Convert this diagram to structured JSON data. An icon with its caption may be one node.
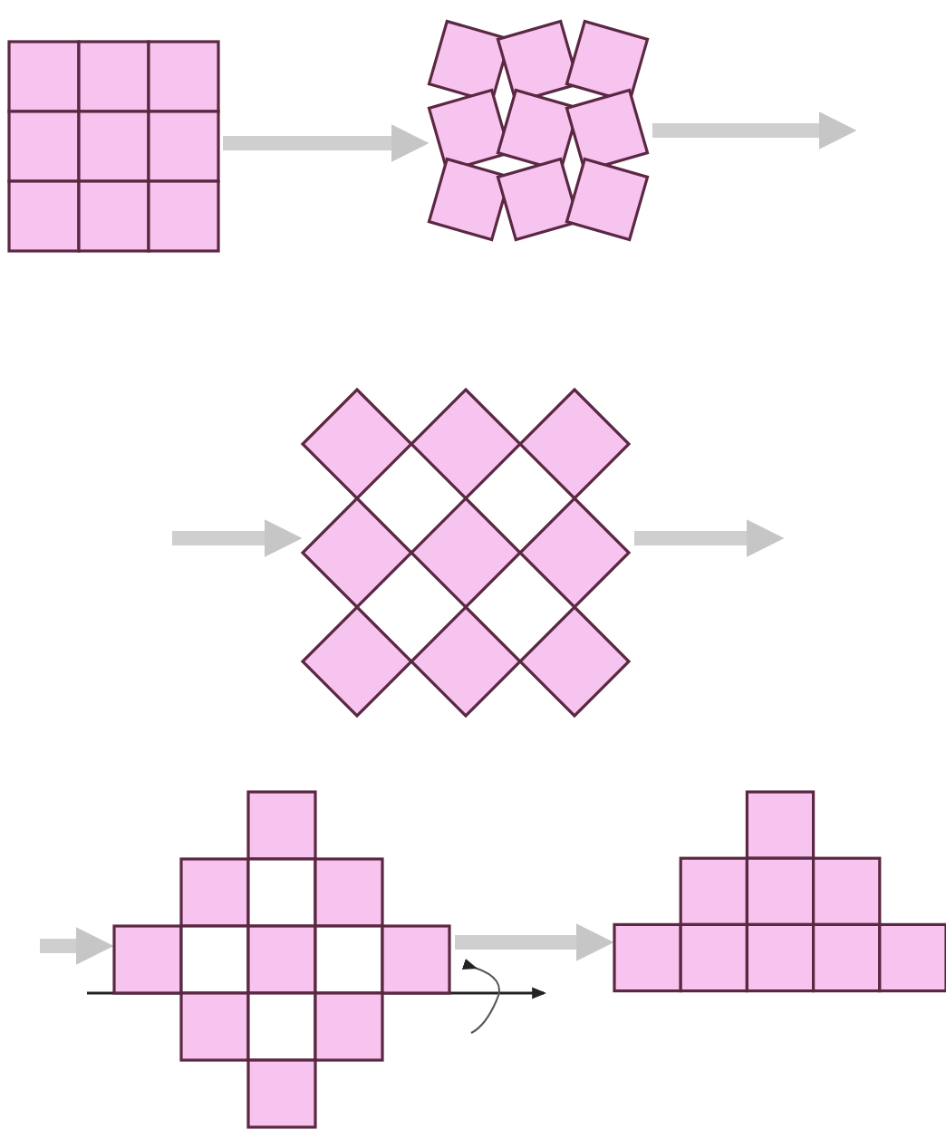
{
  "diagram": {
    "nodes": [
      {
        "text": [],
        "shape": "picture"
      },
      {
        "text": [],
        "shape": "picture"
      },
      {
        "text": [],
        "shape": "picture"
      },
      {
        "text": [],
        "shape": "picture"
      },
      {
        "text": [],
        "shape": "picture"
      }
    ],
    "edges": [
      {
        "from": 0,
        "to": 1,
        "arrow": "to"
      },
      {
        "from": 1,
        "to": null,
        "arrow": "to"
      },
      {
        "from": null,
        "to": 2,
        "arrow": "to"
      },
      {
        "from": 2,
        "to": null,
        "arrow": "to"
      },
      {
        "from": null,
        "to": 3,
        "arrow": "to"
      },
      {
        "from": 3,
        "to": 4,
        "arrow": "to"
      }
    ]
  }
}
